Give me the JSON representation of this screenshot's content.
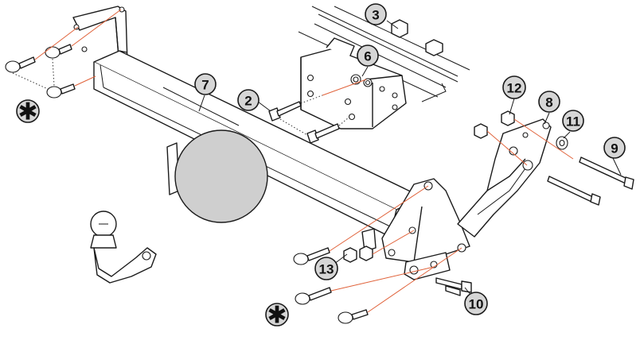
{
  "colors": {
    "guide_line": "#e0623a",
    "callout_fill": "#d6d6d6",
    "ball_disc_fill": "#cfcfcf"
  },
  "callouts": {
    "c2": "2",
    "c3": "3",
    "c6": "6",
    "c7": "7",
    "c8": "8",
    "c9": "9",
    "c10": "10",
    "c11": "11",
    "c12": "12",
    "c13": "13",
    "star_top": "✱",
    "star_bottom": "✱"
  }
}
